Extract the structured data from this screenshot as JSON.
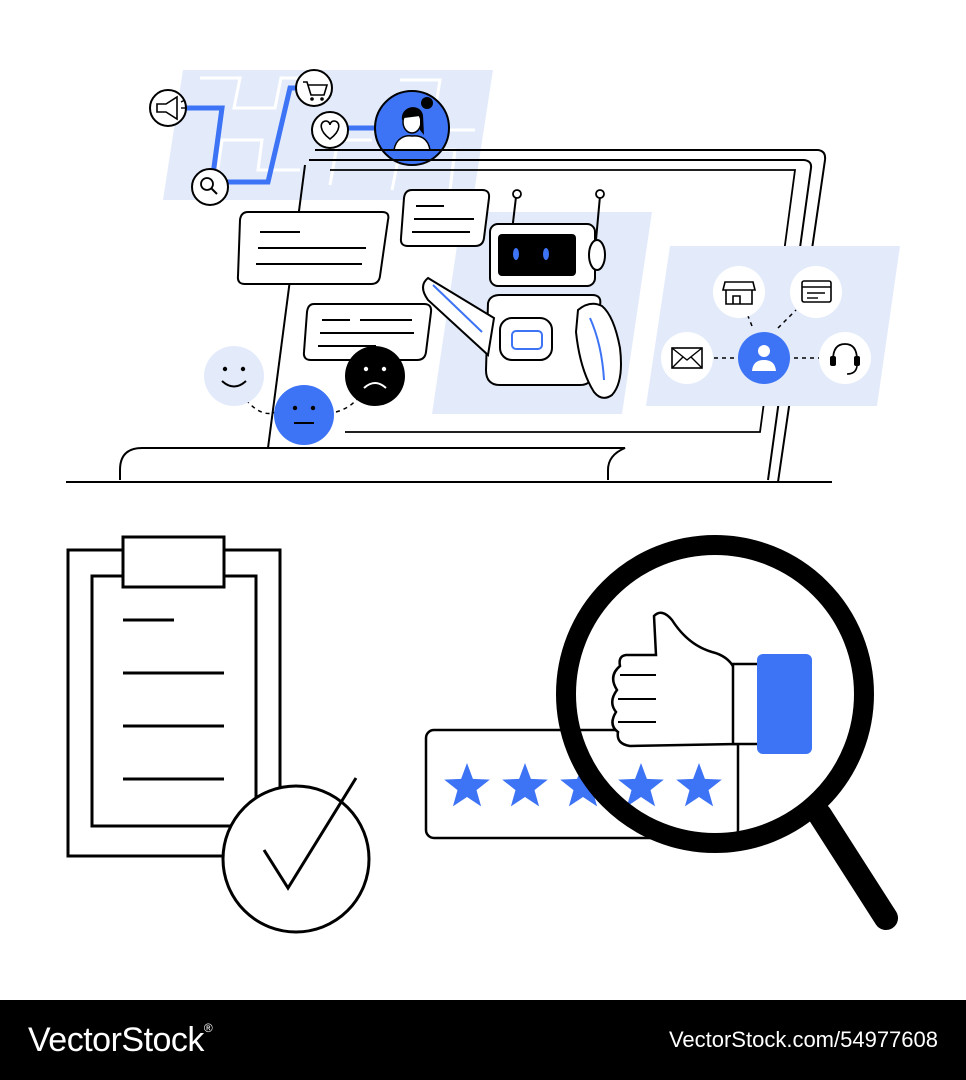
{
  "colors": {
    "accent": "#3D73F5",
    "panel": "#E3EBFB",
    "ink": "#000000",
    "background": "#FFFFFF",
    "footer": "#000000"
  },
  "illustration": {
    "laptop": {
      "icons": [
        "megaphone-icon",
        "search-icon",
        "cart-icon",
        "heart-icon",
        "woman-avatar-icon",
        "store-icon",
        "browser-window-icon",
        "envelope-icon",
        "user-icon",
        "headset-icon"
      ]
    },
    "chatbot": {
      "icon": "robot-icon"
    },
    "feedback_faces": [
      "smile-face-icon",
      "neutral-face-icon",
      "sad-face-icon"
    ],
    "clipboard": {
      "icons": [
        "clipboard-icon",
        "checkmark-icon"
      ]
    },
    "review": {
      "stars": 5,
      "icons": [
        "star-icon",
        "thumbs-up-icon",
        "magnifying-glass-icon"
      ]
    }
  },
  "footer": {
    "brand": "VectorStock",
    "brand_mark": "®",
    "stock_id": "VectorStock.com/54977608"
  }
}
